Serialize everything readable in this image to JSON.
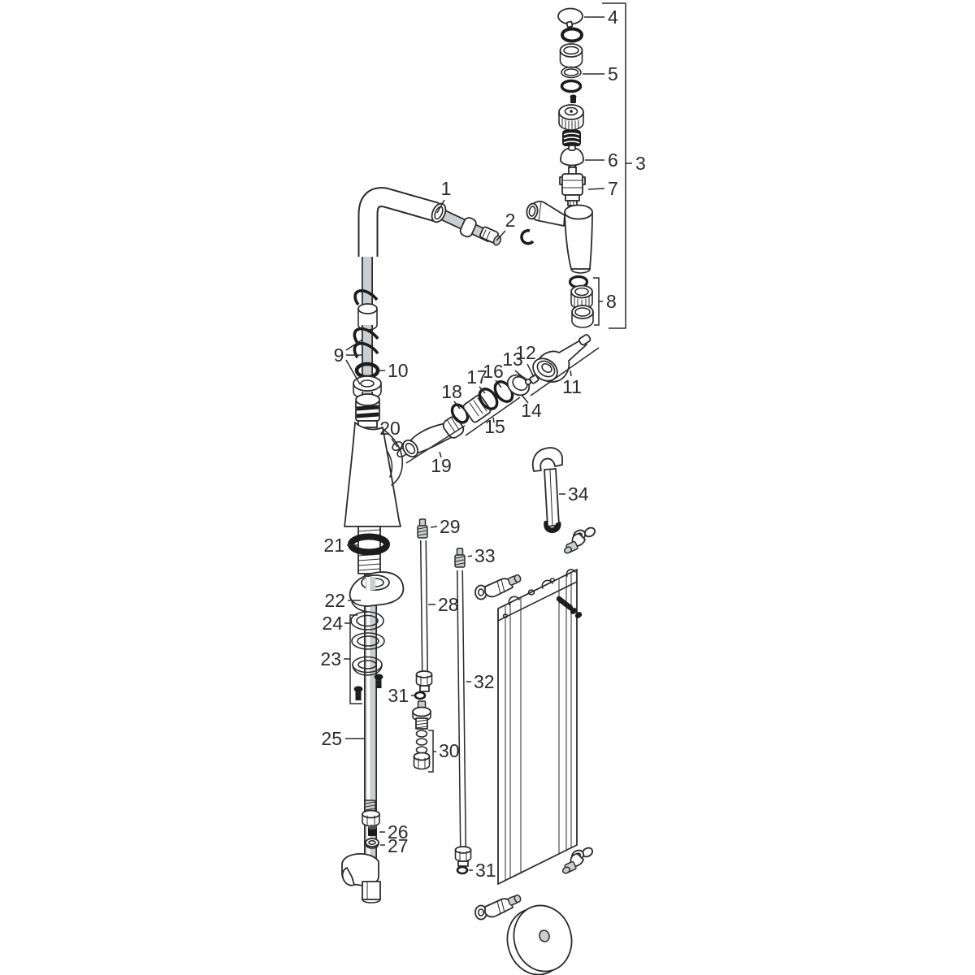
{
  "page": {
    "background": "#ffffff",
    "line_color": "#2b2b2b",
    "label_color": "#2b2b2b",
    "pipe_gray": "#cbced0"
  },
  "figure": {
    "kind": "exploded-parts-diagram",
    "subject": "single-lever kitchen faucet with pull-out spout, supply hoses and mounting hardware"
  },
  "callouts": [
    {
      "num": "1"
    },
    {
      "num": "2"
    },
    {
      "num": "3"
    },
    {
      "num": "4"
    },
    {
      "num": "5"
    },
    {
      "num": "6"
    },
    {
      "num": "7"
    },
    {
      "num": "8"
    },
    {
      "num": "9"
    },
    {
      "num": "10"
    },
    {
      "num": "11"
    },
    {
      "num": "12"
    },
    {
      "num": "13"
    },
    {
      "num": "14"
    },
    {
      "num": "15"
    },
    {
      "num": "16"
    },
    {
      "num": "17"
    },
    {
      "num": "18"
    },
    {
      "num": "19"
    },
    {
      "num": "20"
    },
    {
      "num": "21"
    },
    {
      "num": "22"
    },
    {
      "num": "23"
    },
    {
      "num": "24"
    },
    {
      "num": "25"
    },
    {
      "num": "26"
    },
    {
      "num": "27"
    },
    {
      "num": "28"
    },
    {
      "num": "29"
    },
    {
      "num": "30"
    },
    {
      "num": "31"
    },
    {
      "num": "32"
    },
    {
      "num": "33"
    },
    {
      "num": "34"
    },
    {
      "num": "31"
    }
  ]
}
